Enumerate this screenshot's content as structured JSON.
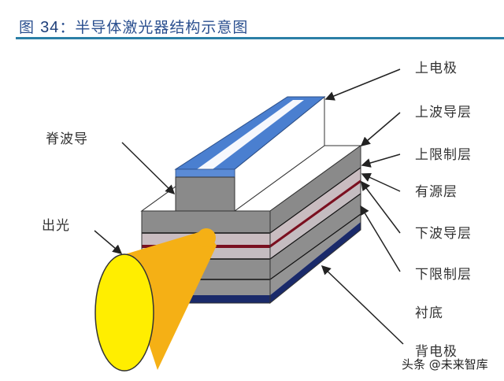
{
  "header": {
    "figure_prefix": "图",
    "figure_number": "34",
    "separator": "：",
    "title": "半导体激光器结构示意图"
  },
  "diagram": {
    "subject": "半导体激光器",
    "labels_left": [
      {
        "id": "ridge",
        "text": "脊波导"
      },
      {
        "id": "light-out",
        "text": "出光"
      }
    ],
    "labels_right": [
      {
        "id": "top-electrode",
        "text": "上电极"
      },
      {
        "id": "upper-waveguide",
        "text": "上波导层"
      },
      {
        "id": "upper-cladding",
        "text": "上限制层"
      },
      {
        "id": "active",
        "text": "有源层"
      },
      {
        "id": "lower-waveguide",
        "text": "下波导层"
      },
      {
        "id": "lower-cladding",
        "text": "下限制层"
      },
      {
        "id": "substrate",
        "text": "衬底"
      },
      {
        "id": "back-electrode",
        "text": "背电极"
      }
    ],
    "colors": {
      "electrode_top": "#4a7fd0",
      "cladding": "#8c8c8c",
      "waveguide": "#c8b8bc",
      "active": "#7a1020",
      "substrate": "#8a8a8a",
      "electrode_back": "#1a2a6a",
      "beam": "#f5b015",
      "spot": "#ffee00"
    }
  },
  "watermark": "头条 @未来智库"
}
